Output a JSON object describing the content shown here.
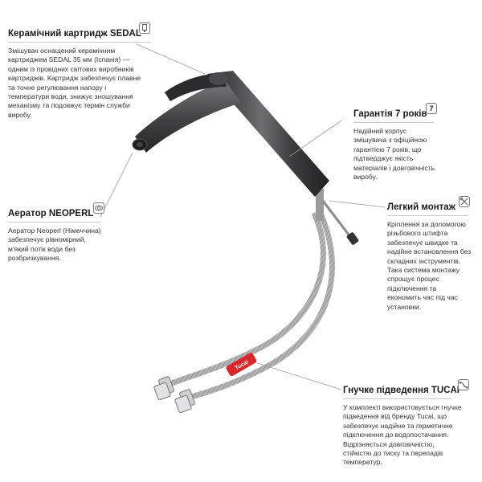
{
  "cartridge": {
    "title": "Керамічний картридж SEDAL",
    "icon": "cartridge-icon",
    "lines": [
      "Змішувач оснащений керамічним",
      "картриджем SEDAL 35 мм (Іспанія) —",
      "одним із провідних світових виробників",
      "картриджів. Картридж забезпечує плавне",
      "та точне регулювання напору і",
      "температури води, знижує зношування",
      "механізму та подовжує термін служби",
      "виробу."
    ]
  },
  "warranty": {
    "title": "Гарантія 7 років",
    "icon": "warranty-7-icon",
    "badge": "7",
    "lines": [
      "Надійний корпус",
      "змішувача з офіційною",
      "гарантією 7 років, що",
      "підтверджує якість",
      "матеріалів і довговічність",
      "виробу."
    ]
  },
  "aerator": {
    "title": "Аератор NEOPERL",
    "icon": "aerator-icon",
    "lines": [
      "Аератор Neoperl (Німеччина)",
      "забезпечує рівномірний,",
      "м'який потік води без",
      "розбризкування."
    ]
  },
  "mounting": {
    "title": "Легкий монтаж",
    "icon": "tools-icon",
    "lines": [
      "Кріплення за допомогою",
      "різьбового штифта",
      "забезпечує швидке та",
      "надійне встановлення без",
      "складних інструментів.",
      "Така система монтажу",
      "спрощує процес",
      "підключення та",
      "економить час під час",
      "установки."
    ]
  },
  "hoses": {
    "title": "Гнучке підведення TUCAI",
    "icon": "hose-icon",
    "lines": [
      "У комплекті використовується гнучке",
      "підведення від бренду Tucai, що",
      "забезпечує надійне та герметичне",
      "підключення до водопостачання.",
      "Відрізняється довговічністю,",
      "стійкістю до тиску та перепадів",
      "температур."
    ]
  },
  "hose_tag": "Tucai",
  "colors": {
    "body": "#3a3a3c",
    "body_highlight": "#8a8a8e",
    "hose": "#a8a8aa",
    "tag": "#d8262a",
    "pointer": "#999999"
  }
}
